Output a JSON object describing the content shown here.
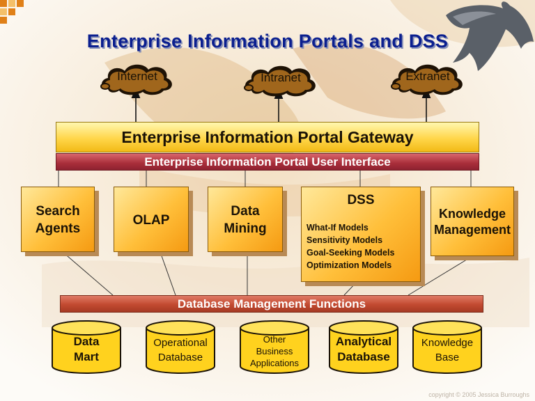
{
  "title": "Enterprise Information Portals and DSS",
  "networks": [
    {
      "label": "Internet"
    },
    {
      "label": "Intranet"
    },
    {
      "label": "Extranet"
    }
  ],
  "gateway_label": "Enterprise Information Portal Gateway",
  "user_interface_label": "Enterprise Information  Portal User Interface",
  "components": {
    "search_agents": [
      "Search",
      "Agents"
    ],
    "olap": "OLAP",
    "data_mining": [
      "Data",
      "Mining"
    ],
    "dss": {
      "heading": "DSS",
      "models": [
        "What-If Models",
        "Sensitivity Models",
        "Goal-Seeking Models",
        "Optimization Models"
      ]
    },
    "knowledge_management": [
      "Knowledge",
      "Management"
    ]
  },
  "db_functions_label": "Database Management Functions",
  "databases": [
    {
      "lines": [
        "Data",
        "Mart"
      ],
      "bold": true
    },
    {
      "lines": [
        "Operational",
        "Database"
      ],
      "bold": false
    },
    {
      "lines": [
        "Other",
        "Business",
        "Applications"
      ],
      "bold": false
    },
    {
      "lines": [
        "Analytical",
        "Database"
      ],
      "bold": true
    },
    {
      "lines": [
        "Knowledge",
        "Base"
      ],
      "bold": false
    }
  ],
  "copyright": "copyright © 2005 Jessica Burroughs",
  "colors": {
    "title": "#0b1f8f",
    "gateway": "#ffd64a",
    "ui_bar": "#a82e3a",
    "box": "#ffbf3a",
    "db_bar": "#c24a30",
    "cylinder": "#ffd21e"
  }
}
